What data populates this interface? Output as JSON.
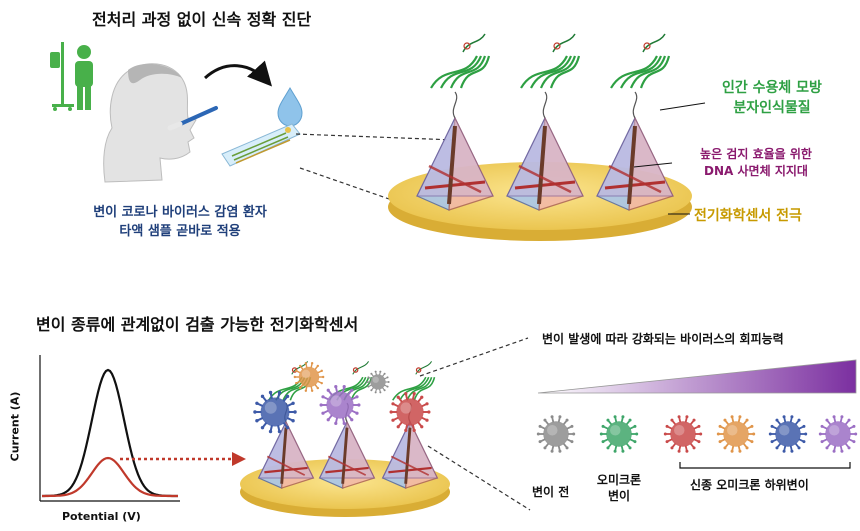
{
  "top": {
    "title": "전처리 과정 없이 신속 정확 진단",
    "patient_line1": "변이 코로나 바이러스 감염 환자",
    "patient_line2": "타액 샘플 곧바로 적용",
    "receptor_line1": "인간 수용체 모방",
    "receptor_line2": "분자인식물질",
    "scaffold_line1": "높은 검지 효율을 위한",
    "scaffold_line2": "DNA 사면체 지지대",
    "electrode": "전기화학센서 전극"
  },
  "bottom": {
    "title": "변이 종류에 관계없이 검출 가능한 전기화학센서",
    "gradient_label": "변이 발생에 따라 강화되는 바이러스의 회피능력",
    "variant_before": "변이 전",
    "variant_omicron_line1": "오미크론",
    "variant_omicron_line2": "변이",
    "variant_sub": "신종 오미크론 하위변이",
    "axis_y": "Current (A)",
    "axis_x": "Potential (V)"
  },
  "colors": {
    "green": "#2ea043",
    "navy": "#1f3f7a",
    "purple": "#8a1a6e",
    "gold": "#c79a00",
    "electrode": "#f5d46a",
    "gradient_end": "#7b2fa0",
    "curve_black": "#111111",
    "curve_red": "#c0392b"
  },
  "virus_colors": [
    "#8c8c8c",
    "#3fa66a",
    "#c94a4a",
    "#e0954a",
    "#3d5aa8",
    "#9b6fc4"
  ],
  "icons": [
    "iv-stand-icon",
    "patient-icon",
    "swab-icon",
    "droplet-icon",
    "test-strip-icon",
    "dna-tetrahedron-icon",
    "aptamer-icon",
    "virus-icon"
  ]
}
